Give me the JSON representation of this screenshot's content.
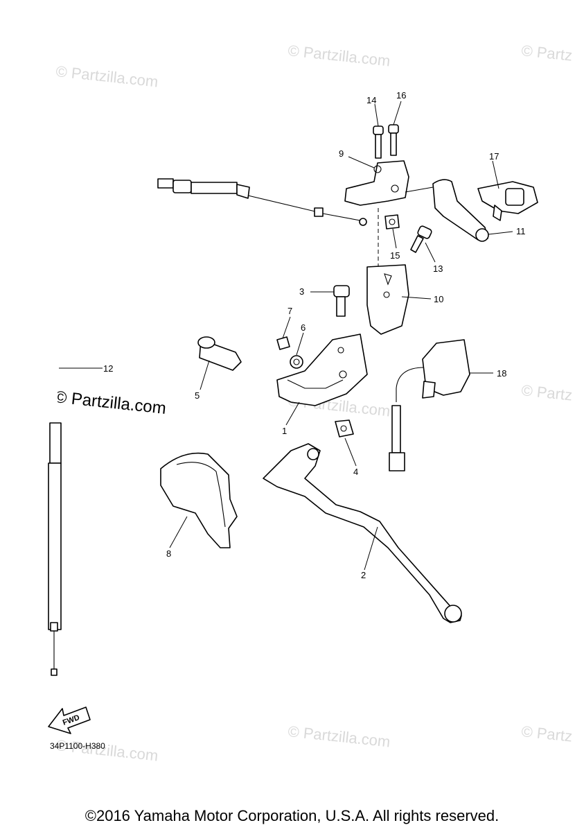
{
  "watermarks": {
    "small": "© Partzilla.com",
    "small_cut": "© Partz",
    "main": "© Partzilla.com"
  },
  "callouts": {
    "c1": "1",
    "c2": "2",
    "c3": "3",
    "c4": "4",
    "c5": "5",
    "c6": "6",
    "c7": "7",
    "c8": "8",
    "c9": "9",
    "c10": "10",
    "c11": "11",
    "c12": "12",
    "c13": "13",
    "c14": "14",
    "c15": "15",
    "c16": "16",
    "c17": "17",
    "c18": "18"
  },
  "fwd_label": "FWD",
  "diagram_code": "34P1100-H380",
  "copyright": "©2016 Yamaha Motor Corporation, U.S.A. All rights reserved."
}
